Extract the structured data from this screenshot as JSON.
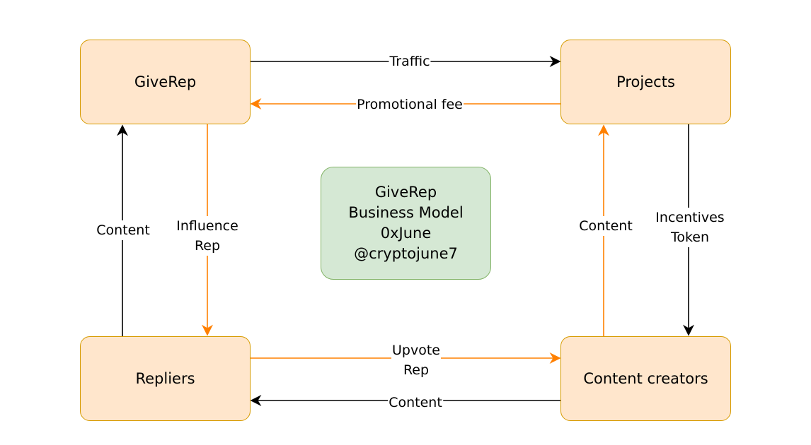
{
  "nodes": {
    "giverep": "GiveRep",
    "projects": "Projects",
    "repliers": "Repliers",
    "content_creators": "Content creators"
  },
  "center": {
    "line1": "GiveRep",
    "line2": "Business Model",
    "line3": "0xJune",
    "line4": "@cryptojune7"
  },
  "edges": {
    "traffic": "Traffic",
    "promotional_fee": "Promotional fee",
    "repliers_to_giverep": "Content",
    "influence_line1": "Influence",
    "influence_line2": "Rep",
    "creators_to_projects": "Content",
    "incentives_line1": "Incentives",
    "incentives_line2": "Token",
    "upvote_line1": "Upvote",
    "upvote_line2": "Rep",
    "creators_to_repliers": "Content"
  },
  "colors": {
    "node_fill": "#ffe6cc",
    "node_stroke": "#d79b00",
    "center_fill": "#d5e8d4",
    "center_stroke": "#82b366",
    "edge_black": "#000000",
    "edge_orange": "#ff8000"
  }
}
